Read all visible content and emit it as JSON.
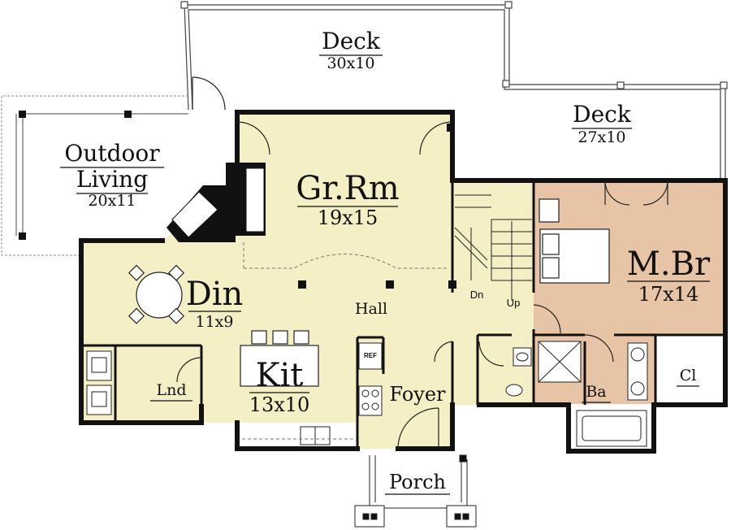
{
  "rooms": {
    "deck_top": {
      "name": "Deck",
      "size": "30x10"
    },
    "deck_right": {
      "name": "Deck",
      "size": "27x10"
    },
    "outdoor": {
      "name_line1": "Outdoor",
      "name_line2": "Living",
      "size": "20x11"
    },
    "great_room": {
      "name": "Gr.Rm",
      "size": "19x15"
    },
    "dining": {
      "name": "Din",
      "size": "11x9"
    },
    "hall": {
      "name": "Hall"
    },
    "kitchen": {
      "name": "Kit",
      "size": "13x10"
    },
    "laundry": {
      "name": "Lnd"
    },
    "foyer": {
      "name": "Foyer"
    },
    "porch": {
      "name": "Porch"
    },
    "master": {
      "name": "M.Br",
      "size": "17x14"
    },
    "bath": {
      "name": "Ba"
    },
    "closet": {
      "name": "Cl"
    }
  },
  "stairs": {
    "down": "Dn",
    "up": "Up"
  },
  "appliances": {
    "fridge": "REF"
  },
  "colors": {
    "cream": "#f5efc6",
    "master": "#e8c4a6",
    "wall": "#111111",
    "line": "#444444"
  }
}
